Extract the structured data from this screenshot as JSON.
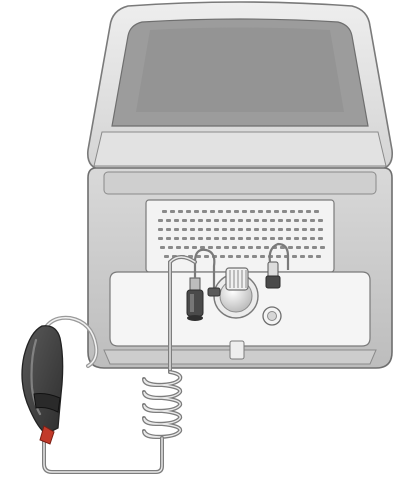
{
  "illustration": {
    "subject": "hearing-device-drying-station",
    "parts": [
      "station-lid",
      "station-body",
      "ventilation-grille",
      "tubing-connectors",
      "plug-socket",
      "earpiece",
      "coiled-tubing"
    ]
  },
  "colors": {
    "background": "#ffffff",
    "body_light": "#e6e6e6",
    "body_mid": "#cfcfcf",
    "body_dark": "#9a9a9a",
    "outline": "#6e6e6e",
    "panel": "#f3f3f3",
    "vent_hole": "#8a8a8a",
    "earpiece_dark": "#3c3c3c",
    "earpiece_accent": "#c23a2a",
    "tube": "#7d7d7d"
  }
}
